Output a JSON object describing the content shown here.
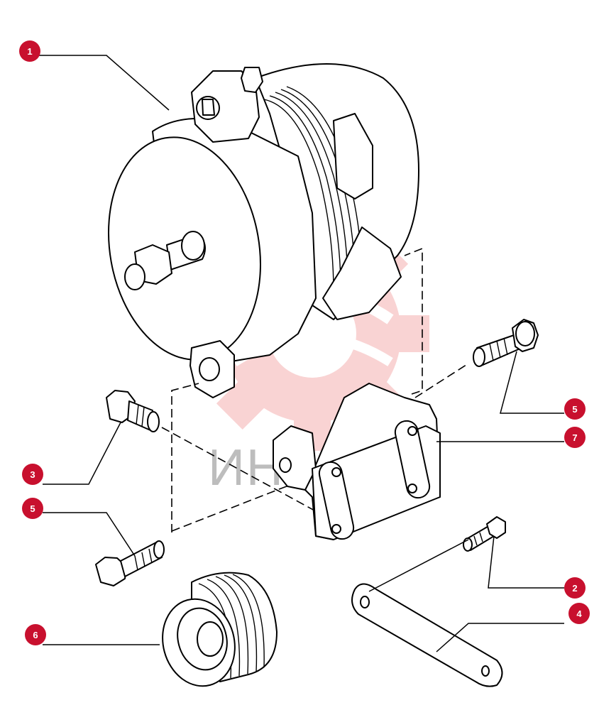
{
  "watermark": {
    "text": "ИНТЕХ",
    "color": "#e53a3a",
    "text_color": "#bdbdbd"
  },
  "callout_color": "#c8102e",
  "callouts": [
    {
      "label": "1"
    },
    {
      "label": "5"
    },
    {
      "label": "7"
    },
    {
      "label": "3"
    },
    {
      "label": "5"
    },
    {
      "label": "2"
    },
    {
      "label": "4"
    },
    {
      "label": "6"
    }
  ]
}
